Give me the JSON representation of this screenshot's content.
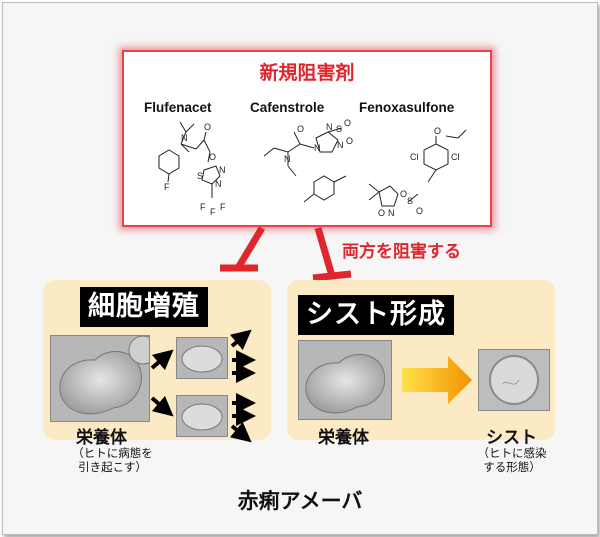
{
  "inhibitor_box": {
    "title": "新規阻害剤",
    "compounds": [
      "Flufenacet",
      "Cafenstrole",
      "Fenoxasulfone"
    ]
  },
  "annotation": "両方を阻害する",
  "left_panel": {
    "title": "細胞増殖",
    "cell_label": "栄養体",
    "note_line1": "（ヒトに病態を",
    "note_line2": "引き起こす）"
  },
  "right_panel": {
    "title": "シスト形成",
    "cell_label": "栄養体",
    "cyst_label": "シスト",
    "note_line1": "（ヒトに感染",
    "note_line2": "する形態）"
  },
  "organism": "赤痢アメーバ",
  "colors": {
    "accent_red": "#e0262d",
    "panel_bg": "#fbeac3",
    "transition_arrow": "#f6a800"
  },
  "structures": {
    "atoms_flufenacet": [
      "N",
      "O",
      "O",
      "S",
      "N",
      "N",
      "F",
      "F",
      "F",
      "F"
    ],
    "atoms_cafenstrole": [
      "N",
      "O",
      "N",
      "N",
      "N",
      "S",
      "O",
      "O"
    ],
    "atoms_fenoxasulfone": [
      "O",
      "Cl",
      "Cl",
      "O",
      "N",
      "S",
      "O",
      "O"
    ]
  }
}
